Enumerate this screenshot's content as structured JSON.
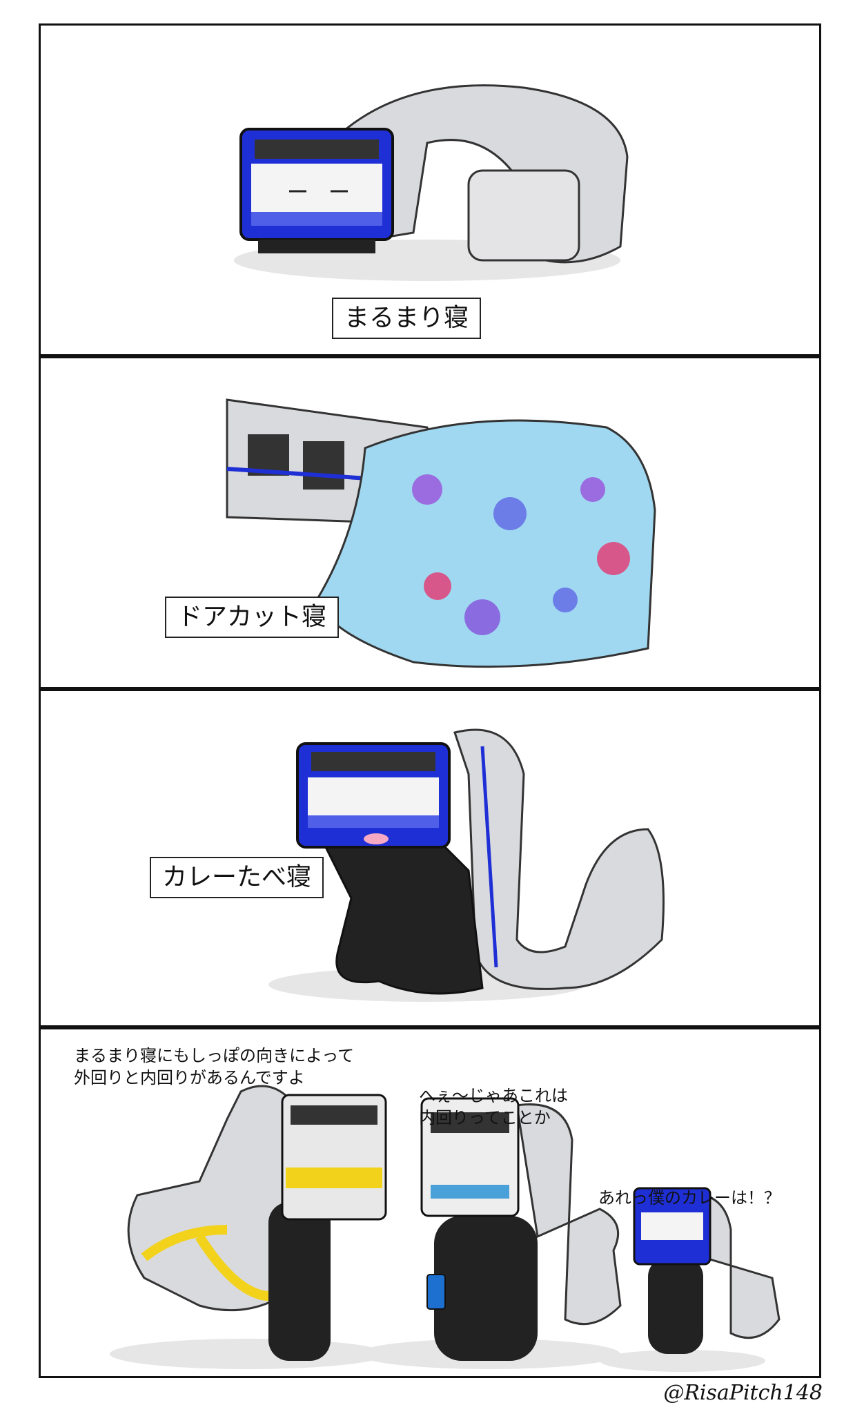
{
  "panels": [
    {
      "caption": "まるまり寝"
    },
    {
      "caption": "ドアカット寝"
    },
    {
      "caption": "カレーたべ寝"
    },
    {
      "dialogue": [
        "まるまり寝にもしっぽの向きによって\n外回りと内回りがあるんですよ",
        "へぇ〜じゃあこれは\n内回りってことか",
        "あれっ僕のカレーは！？"
      ]
    }
  ],
  "credit": "@RisaPitch148",
  "colors": {
    "blue": "#1f2fd6",
    "yellow": "#f2d21b",
    "silver": "#d9dadd",
    "blanket": "#9fd8f0",
    "black": "#222222"
  }
}
